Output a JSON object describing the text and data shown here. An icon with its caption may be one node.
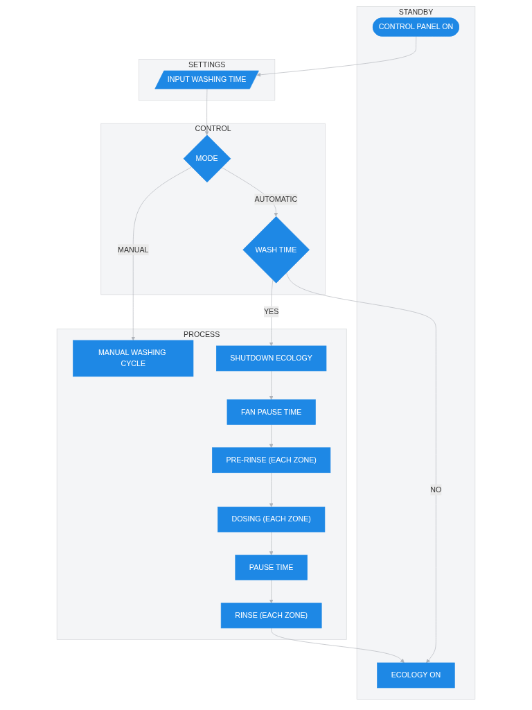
{
  "diagram": {
    "nodes": [
      {
        "text": [
          "STANDBY"
        ]
      },
      {
        "text": [
          "CONTROL PANEL ON"
        ],
        "in": 0
      },
      {
        "text": [
          "ECOLOGY ON"
        ],
        "in": 0
      },
      {
        "text": [
          "SETTINGS"
        ]
      },
      {
        "text": [
          "INPUT WASHING TIME"
        ],
        "in": 3
      },
      {
        "text": [
          "CONTROL"
        ]
      },
      {
        "text": [
          "MODE"
        ],
        "in": 5
      },
      {
        "text": [
          "WASH TIME"
        ],
        "in": 5
      },
      {
        "text": [
          "PROCESS"
        ]
      },
      {
        "text": [
          "MANUAL WASHING CYCLE"
        ],
        "in": 8
      },
      {
        "text": [
          "SHUTDOWN ECOLOGY"
        ],
        "in": 8
      },
      {
        "text": [
          "FAN PAUSE TIME"
        ],
        "in": 8
      },
      {
        "text": [
          "PRE-RINSE (EACH ZONE)"
        ],
        "in": 8
      },
      {
        "text": [
          "DOSING (EACH ZONE)"
        ],
        "in": 8
      },
      {
        "text": [
          "PAUSE TIME"
        ],
        "in": 8
      },
      {
        "text": [
          "RINSE (EACH ZONE)"
        ],
        "in": 8
      }
    ],
    "edges": [
      {
        "from": 1,
        "to": 4,
        "arrow": "to"
      },
      {
        "from": 4,
        "to": 6,
        "arrow": "to"
      },
      {
        "from": 6,
        "to": 9,
        "arrow": "to",
        "label": "MANUAL"
      },
      {
        "from": 6,
        "to": 7,
        "arrow": "to",
        "label": "AUTOMATIC"
      },
      {
        "from": 7,
        "to": 10,
        "arrow": "to",
        "label": "YES"
      },
      {
        "from": 7,
        "to": 2,
        "arrow": "to",
        "label": "NO"
      },
      {
        "from": 10,
        "to": 11,
        "arrow": "to"
      },
      {
        "from": 11,
        "to": 12,
        "arrow": "to"
      },
      {
        "from": 12,
        "to": 13,
        "arrow": "to"
      },
      {
        "from": 13,
        "to": 14,
        "arrow": "to"
      },
      {
        "from": 14,
        "to": 15,
        "arrow": "to"
      },
      {
        "from": 15,
        "to": 2,
        "arrow": "to"
      }
    ]
  }
}
